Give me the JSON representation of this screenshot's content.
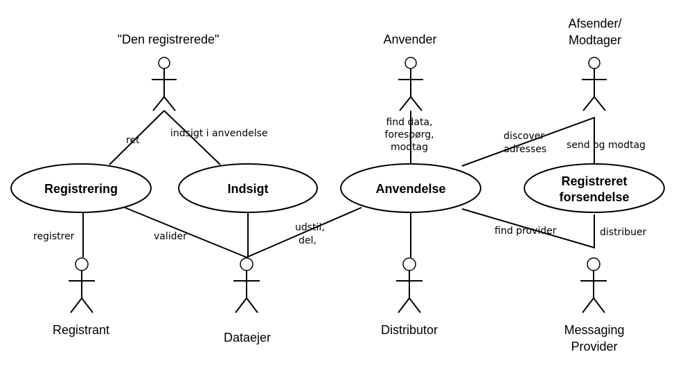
{
  "actors": {
    "den_registrerede": "\"Den registrerede\"",
    "anvender": "Anvender",
    "afsender_line1": "Afsender/",
    "afsender_line2": "Modtager",
    "registrant": "Registrant",
    "dataejer": "Dataejer",
    "distributor": "Distributor",
    "messaging_line1": "Messaging",
    "messaging_line2": "Provider"
  },
  "use_cases": {
    "registrering": "Registrering",
    "indsigt": "Indsigt",
    "anvendelse": "Anvendelse",
    "registreret_line1": "Registreret",
    "registreret_line2": "forsendelse"
  },
  "edge_labels": {
    "ret": "ret",
    "indsigt_i_anvendelse": "indsigt i anvendelse",
    "find_data_1": "find data,",
    "find_data_2": "forespørg,",
    "find_data_3": "modtag",
    "discover_1": "discover",
    "discover_2": "adresses",
    "send_og_modtag": "send og modtag",
    "registrer": "registrer",
    "valider": "valider",
    "udstil_1": "udstil,",
    "udstil_2": "del,",
    "find_provider": "find provider",
    "distribuer": "distribuer"
  }
}
